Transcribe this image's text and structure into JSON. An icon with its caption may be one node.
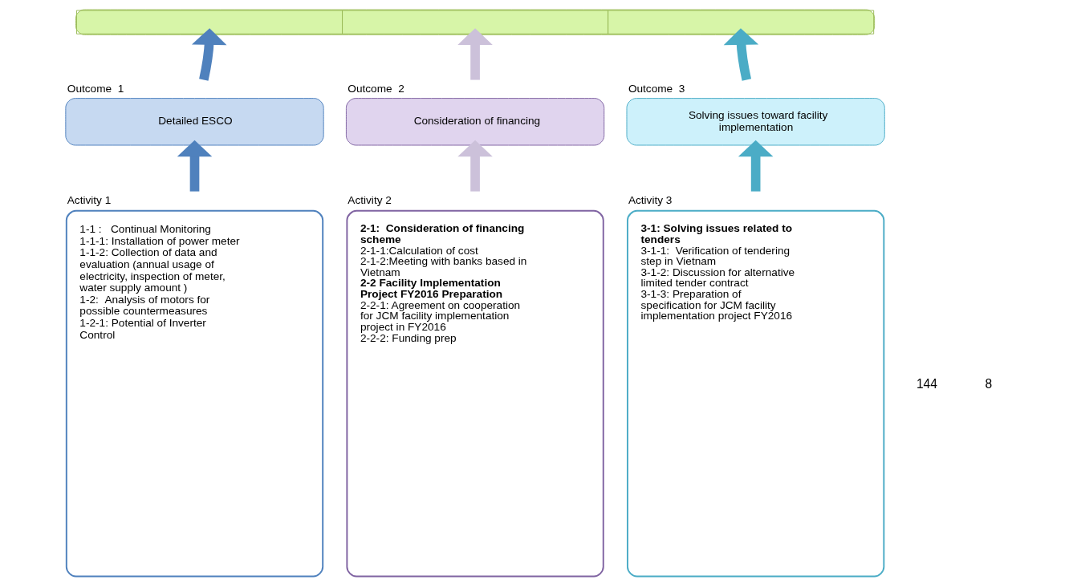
{
  "diagram": {
    "nodes": [
      {
        "text": [],
        "shape": "box"
      },
      {
        "text": [
          "Detailed ESCO"
        ],
        "beside": [
          "Outcome  1"
        ]
      },
      {
        "text": [
          "Consideration of financing"
        ],
        "beside": [
          "Outcome  2"
        ]
      },
      {
        "text": [
          "Solving issues toward facility implementation"
        ],
        "beside": [
          "Outcome  3"
        ]
      },
      {
        "text": [
          "1-1 :   Continual Monitoring",
          "1-1-1: Installation of power meter",
          "1-1-2: Collection of data and evaluation (annual usage of electricity, inspection of meter, water supply amount )",
          "1-2:  Analysis of motors for possible countermeasures",
          "1-2-1: Potential of Inverter Control"
        ],
        "beside": [
          "Activity 1"
        ]
      },
      {
        "text": [
          "2-1:  Consideration of financing scheme",
          "2-1-1:Calculation of cost",
          "2-1-2:Meeting with banks based in Vietnam",
          "2-2 Facility Implementation Project FY2016 Preparation",
          "2-2-1: Agreement on cooperation for JCM facility implementation project in FY2016",
          "2-2-2: Funding prep"
        ],
        "beside": [
          "Activity 2"
        ]
      },
      {
        "text": [
          "3-1: Solving issues related to tenders",
          "3-1-1:  Verification of tendering step in Vietnam",
          "3-1-2: Discussion for alternative limited tender contract",
          "3-1-3: Preparation of specification for JCM facility implementation project FY2016"
        ],
        "beside": [
          "Activity 3"
        ]
      }
    ],
    "edges": [
      {
        "from": 4,
        "to": 1,
        "arrow": "to",
        "color": "#4f81bd"
      },
      {
        "from": 5,
        "to": 2,
        "arrow": "to",
        "color": "#ccc1da"
      },
      {
        "from": 6,
        "to": 3,
        "arrow": "to",
        "color": "#4bacc6"
      },
      {
        "from": 1,
        "to": 0,
        "arrow": "to",
        "color": "#4f81bd"
      },
      {
        "from": 2,
        "to": 0,
        "arrow": "to",
        "color": "#ccc1da"
      },
      {
        "from": 3,
        "to": 0,
        "arrow": "to",
        "color": "#4bacc6"
      }
    ],
    "labels": [
      "144",
      "8"
    ]
  }
}
